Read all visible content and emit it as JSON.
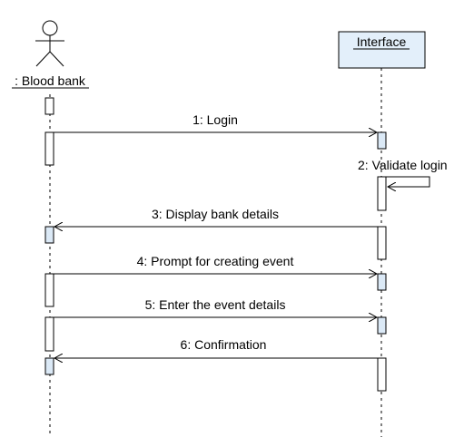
{
  "diagram": {
    "colors": {
      "line": "#000000",
      "activation_fill": "#dbe9f6",
      "participant_fill": "#e3effa"
    },
    "actor": {
      "name": ": Blood bank",
      "icon": "stick-figure-icon"
    },
    "object": {
      "name": "Interface"
    },
    "messages": [
      {
        "label": "1: Login"
      },
      {
        "label": "2: Validate login"
      },
      {
        "label": "3: Display bank details"
      },
      {
        "label": "4: Prompt for creating event"
      },
      {
        "label": "5: Enter the event details"
      },
      {
        "label": "6: Confirmation"
      }
    ]
  }
}
